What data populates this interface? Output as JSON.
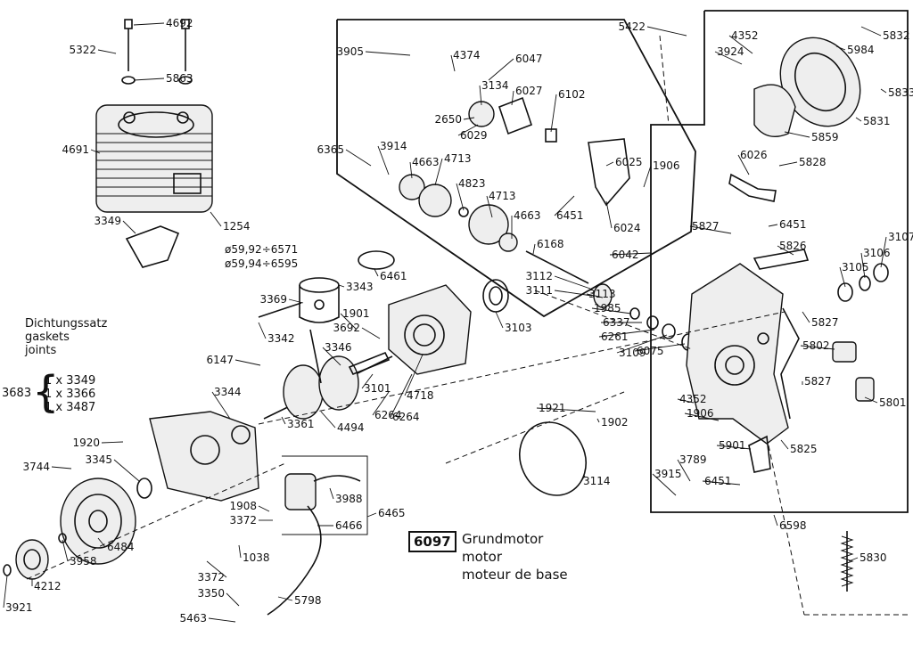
{
  "legend": {
    "code": "6097",
    "lines": [
      "Grundmotor",
      "motor",
      "moteur de base"
    ]
  },
  "gaskets": {
    "title_de": "Dichtungssatz",
    "title_en": "gaskets",
    "title_fr": "joints",
    "set_number": "3683",
    "items": [
      "1 x 3349",
      "1 x 3366",
      "1 x 3487"
    ]
  },
  "dimensions": [
    "ø59,92÷6571",
    "ø59,94÷6595"
  ],
  "part_labels": [
    "5322",
    "4692",
    "5863",
    "4691",
    "1254",
    "3349",
    "3369",
    "3343",
    "6461",
    "3342",
    "1901",
    "3692",
    "3346",
    "6147",
    "3344",
    "3101",
    "4718",
    "6264",
    "4494",
    "3361",
    "3103",
    "1920",
    "3744",
    "3345",
    "6484",
    "3958",
    "4212",
    "3921",
    "1908",
    "3372",
    "1038",
    "3372",
    "3350",
    "5798",
    "5463",
    "3988",
    "6465",
    "6466",
    "3905",
    "4374",
    "6047",
    "3134",
    "6027",
    "2650",
    "6029",
    "6102",
    "6365",
    "3914",
    "4663",
    "4713",
    "4823",
    "6025",
    "1906",
    "6451",
    "6024",
    "6042",
    "6168",
    "3112",
    "3111",
    "3113",
    "1985",
    "6337",
    "6261",
    "3109",
    "6075",
    "1921",
    "1902",
    "3114",
    "5422",
    "4352",
    "3924",
    "5984",
    "5832",
    "5833",
    "5831",
    "5859",
    "6026",
    "5828",
    "5827",
    "6451",
    "5826",
    "3107",
    "3106",
    "3105",
    "5827",
    "5802",
    "5827",
    "5801",
    "4352",
    "1906",
    "5901",
    "5825",
    "3789",
    "3915",
    "6451",
    "6598",
    "5830",
    "4713",
    "4663",
    "6264"
  ]
}
